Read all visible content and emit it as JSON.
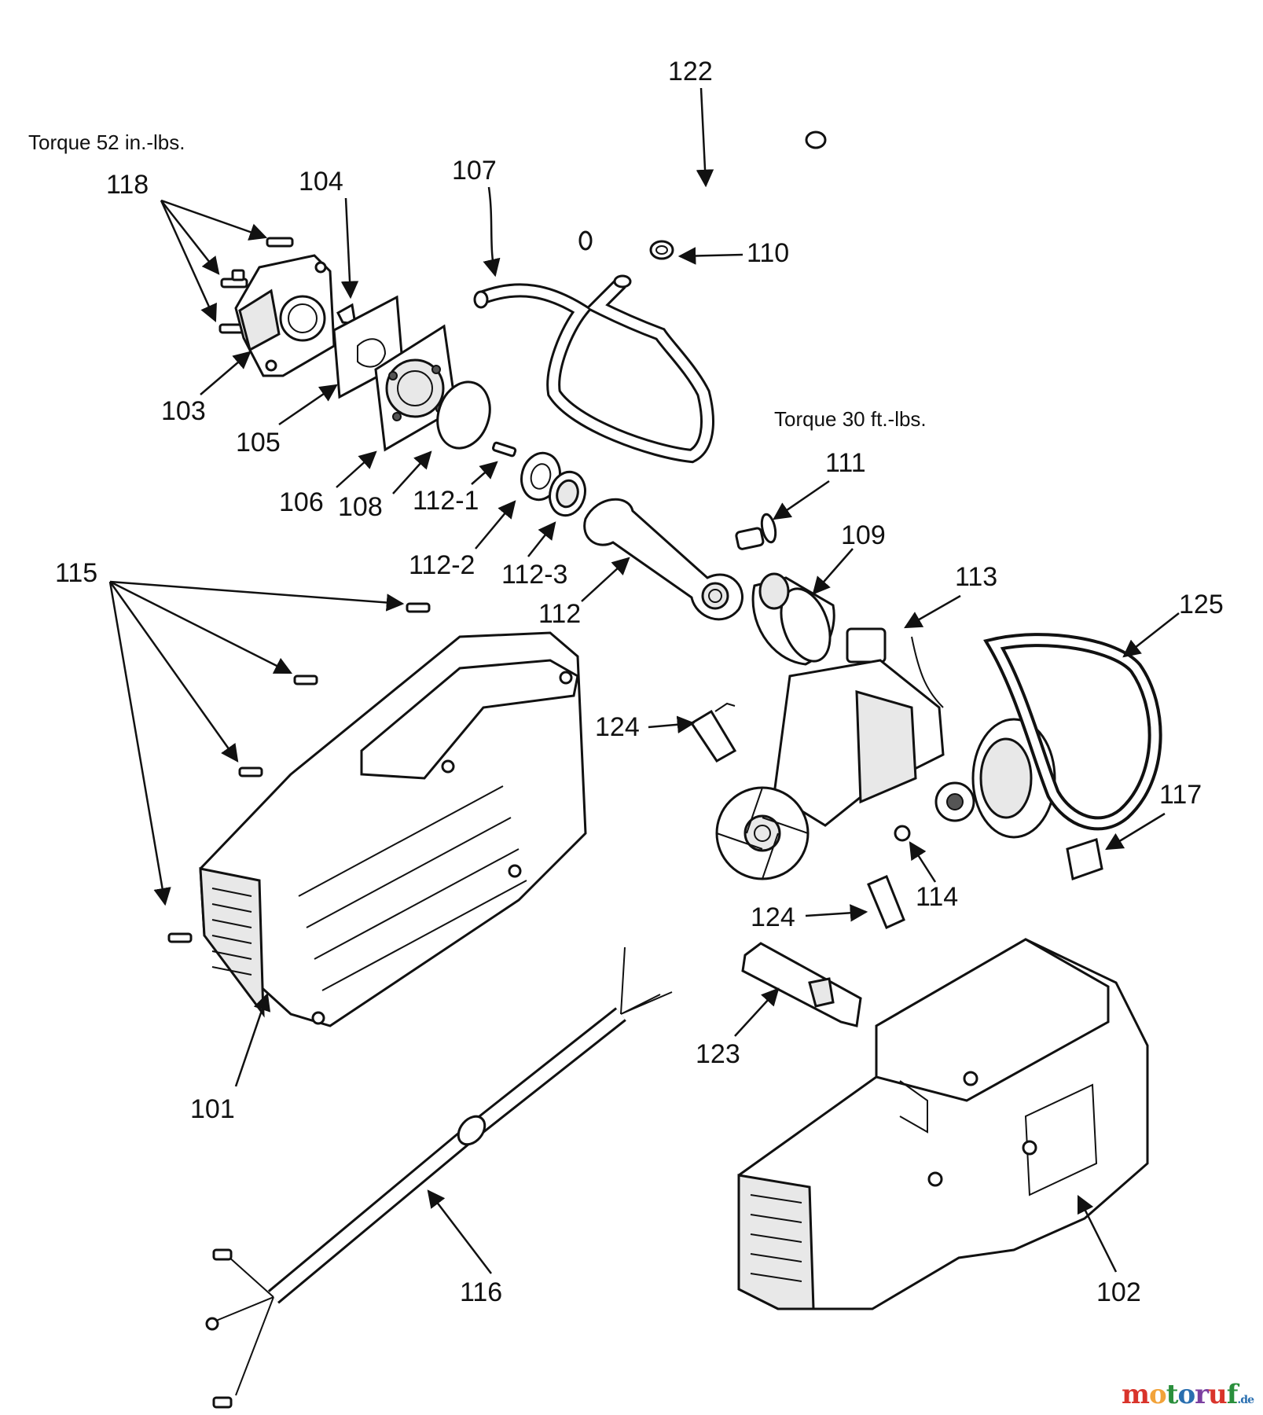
{
  "notes": {
    "torque_pump_head": "Torque 52 in.-lbs.",
    "torque_connecting_rod": "Torque 30 ft.-lbs."
  },
  "labels": {
    "p101": "101",
    "p102": "102",
    "p103": "103",
    "p104": "104",
    "p105": "105",
    "p106": "106",
    "p107": "107",
    "p108": "108",
    "p109": "109",
    "p110": "110",
    "p111": "111",
    "p112": "112",
    "p112_1": "112-1",
    "p112_2": "112-2",
    "p112_3": "112-3",
    "p113": "113",
    "p114": "114",
    "p115": "115",
    "p116": "116",
    "p117": "117",
    "p118": "118",
    "p122": "122",
    "p123": "123",
    "p124_upper": "124",
    "p124_lower": "124",
    "p125": "125"
  },
  "watermark": {
    "text": "motoruf",
    "suffix": ".de",
    "colors": [
      "#d9342b",
      "#f2a33a",
      "#2a8f3c",
      "#2a6fb0",
      "#7b3fa0",
      "#d9342b",
      "#2a8f3c"
    ]
  }
}
